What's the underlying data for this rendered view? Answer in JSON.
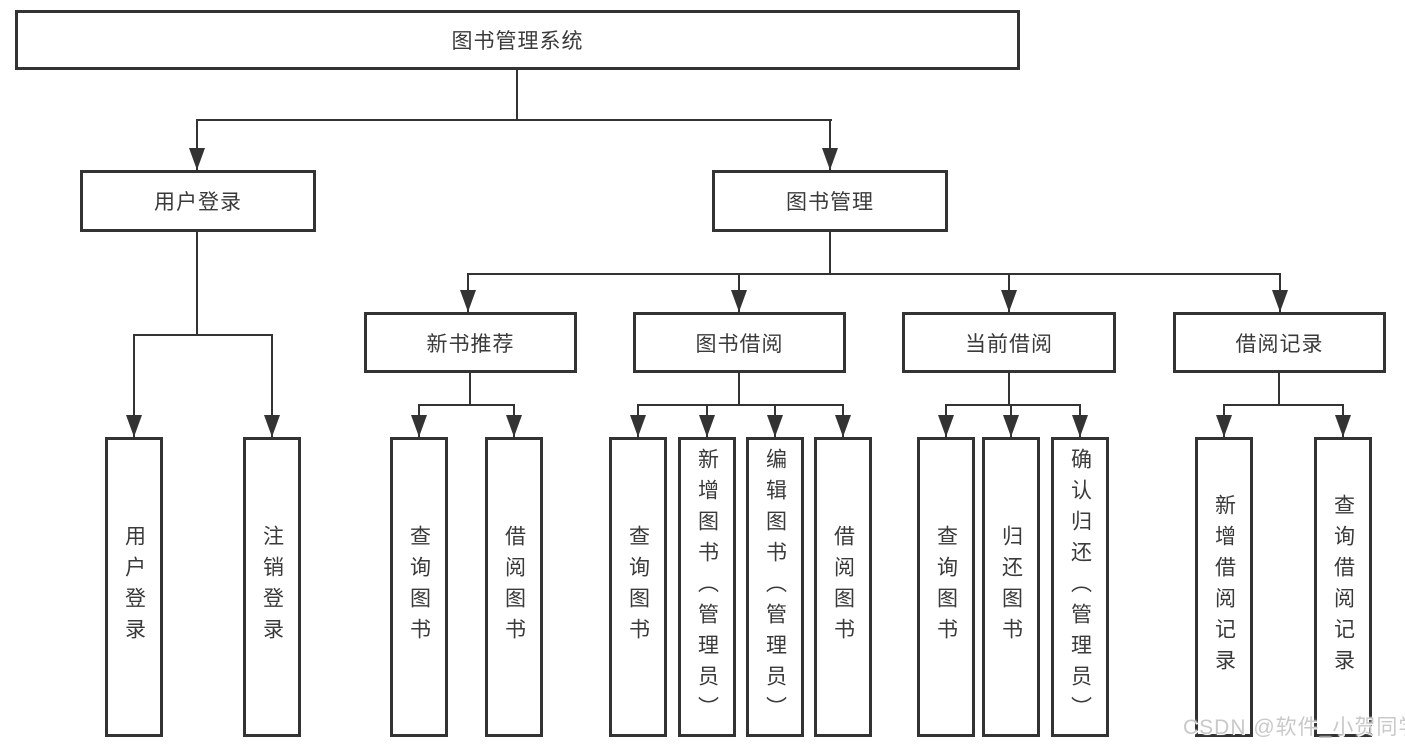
{
  "diagram": {
    "type": "hierarchy-diagram",
    "tree": {
      "label": "图书管理系统",
      "children": [
        {
          "label": "用户登录",
          "children": [
            {
              "label": "用户登录"
            },
            {
              "label": "注销登录"
            }
          ]
        },
        {
          "label": "图书管理",
          "children": [
            {
              "label": "新书推荐",
              "children": [
                {
                  "label": "查询图书"
                },
                {
                  "label": "借阅图书"
                }
              ]
            },
            {
              "label": "图书借阅",
              "children": [
                {
                  "label": "查询图书"
                },
                {
                  "label": "新增图书（管理员）"
                },
                {
                  "label": "编辑图书（管理员）"
                },
                {
                  "label": "借阅图书"
                }
              ]
            },
            {
              "label": "当前借阅",
              "children": [
                {
                  "label": "查询图书"
                },
                {
                  "label": "归还图书"
                },
                {
                  "label": "确认归还（管理员）"
                }
              ]
            },
            {
              "label": "借阅记录",
              "children": [
                {
                  "label": "新增借阅记录"
                },
                {
                  "label": "查询借阅记录"
                }
              ]
            }
          ]
        }
      ]
    },
    "colors": {
      "line": "#333333",
      "text": "#3a3a3a",
      "background": "#ffffff",
      "watermark": "#c9c9c9"
    }
  },
  "watermark": {
    "text": "CSDN @软件_小贺同学"
  }
}
